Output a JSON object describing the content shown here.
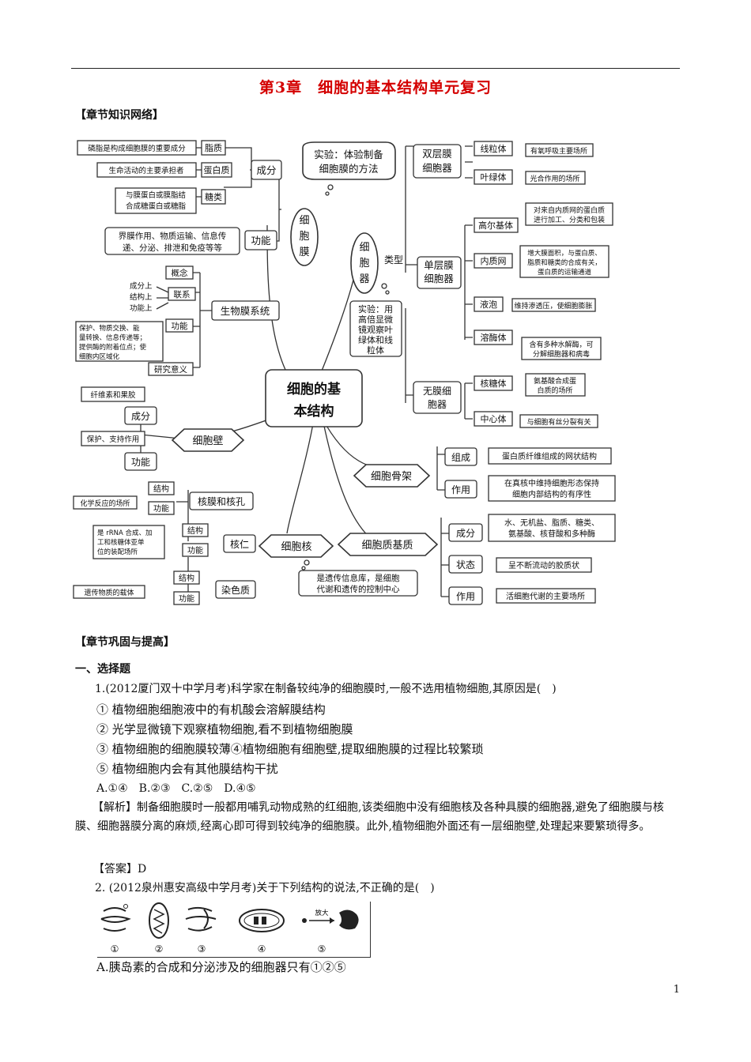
{
  "header": {
    "title": "第3章　细胞的基本结构单元复习",
    "section_network": "【章节知识网络】",
    "section_practice": "【章节巩固与提高】",
    "subsection_choice": "一、选择题"
  },
  "mindmap": {
    "center": [
      "细胞的基",
      "本结构"
    ],
    "membrane": {
      "label": [
        "细",
        "胞",
        "膜"
      ],
      "experiment": [
        "实验：体验制备",
        "细胞膜的方法"
      ],
      "composition": "成分",
      "lipid": "脂质",
      "lipid_note": "磷脂是构成细胞膜的重要成分",
      "protein": "蛋白质",
      "protein_note": "生命活动的主要承担者",
      "sugar": "糖类",
      "sugar_note": [
        "与膜蛋白或膜脂结",
        "合成糖蛋白或糖脂"
      ],
      "function": "功能",
      "function_note": [
        "界膜作用、物质运输、信息传",
        "递、分泌、排泄和免疫等等"
      ],
      "biomembrane": "生物膜系统",
      "concept": "概念",
      "link": "联系",
      "link_items": [
        "成分上",
        "结构上",
        "功能上"
      ],
      "bio_function": "功能",
      "bio_function_note": [
        "保护、物质交换、能",
        "量转换、信息传递等；",
        "提供酶的附着位点；使",
        "细胞内区域化"
      ],
      "significance": "研究意义"
    },
    "organelle": {
      "label": [
        "细",
        "胞",
        "器"
      ],
      "type": "类型",
      "experiment": [
        "实验：用",
        "高倍显微",
        "镜观察叶",
        "绿体和线",
        "粒体"
      ],
      "double": [
        "双层膜",
        "细胞器"
      ],
      "mito": "线粒体",
      "mito_note": "有氧呼吸主要场所",
      "chloro": "叶绿体",
      "chloro_note": "光合作用的场所",
      "single": [
        "单层膜",
        "细胞器"
      ],
      "golgi": "高尔基体",
      "golgi_note": [
        "对来自内质网的蛋白质",
        "进行加工、分类和包装"
      ],
      "er": "内质网",
      "er_note": [
        "增大膜面积，与蛋白质、",
        "脂质和糖类的合成有关，",
        "蛋白质的运输通道"
      ],
      "vacuole": "液泡",
      "vacuole_note": "维持渗透压，使细胞膨胀",
      "lysosome": "溶酶体",
      "lysosome_note": [
        "含有多种水解酶，可",
        "分解细胞器和病毒"
      ],
      "none": [
        "无膜细",
        "胞器"
      ],
      "ribosome": "核糖体",
      "ribosome_note": [
        "氨基酸合成蛋",
        "白质的场所"
      ],
      "centrosome": "中心体",
      "centrosome_note": "与细胞有丝分裂有关"
    },
    "wall": {
      "label": "细胞壁",
      "composition": "成分",
      "composition_note": "纤维素和果胶",
      "function": "功能",
      "function_note": "保护、支持作用"
    },
    "skeleton": {
      "label": "细胞骨架",
      "composition": "组成",
      "composition_note": "蛋白质纤维组成的网状结构",
      "function": "作用",
      "function_note": [
        "在真核中维持细胞形态保持",
        "细胞内部结构的有序性"
      ]
    },
    "nucleus": {
      "label": "细胞核",
      "note": [
        "是遗传信息库，是细胞",
        "代谢和遗传的控制中心"
      ],
      "envelope": "核膜和核孔",
      "env_structure": "结构",
      "env_function": "功能",
      "env_note": "化学反应的场所",
      "nucleolus": "核仁",
      "nuc_structure": "结构",
      "nuc_function": "功能",
      "nuc_note": [
        "是 rRNA 合成、加",
        "工和核糖体亚单",
        "位的装配场所"
      ],
      "chromatin": "染色质",
      "chr_structure": "结构",
      "chr_function": "功能",
      "chr_note": "遗传物质的载体"
    },
    "matrix": {
      "label": "细胞质基质",
      "composition": "成分",
      "composition_note": [
        "水、无机盐、脂质、糖类、",
        "氨基酸、核苷酸和多种酶"
      ],
      "state": "状态",
      "state_note": "呈不断流动的胶质状",
      "function": "作用",
      "function_note": "活细胞代谢的主要场所"
    }
  },
  "questions": {
    "q1": {
      "stem": "1.(2012厦门双十中学月考)科学家在制备较纯净的细胞膜时,一般不选用植物细胞,其原因是(　)",
      "opt1": "① 植物细胞细胞液中的有机酸会溶解膜结构",
      "opt2": "② 光学显微镜下观察植物细胞,看不到植物细胞膜",
      "opt3": "③ 植物细胞的细胞膜较薄④植物细胞有细胞壁,提取细胞膜的过程比较繁琐",
      "opt4": "⑤ 植物细胞内会有其他膜结构干扰",
      "choices": "A.①④　B.②③　C.②⑤　D.④⑤",
      "analysis": "【解析】制备细胞膜时一般都用哺乳动物成熟的红细胞,该类细胞中没有细胞核及各种具膜的细胞器,避免了细胞膜与核膜、细胞器膜分离的麻烦,经离心即可得到较纯净的细胞膜。此外,植物细胞外面还有一层细胞壁,处理起来要繁琐得多。",
      "answer": "【答案】D"
    },
    "q2": {
      "stem": "2. (2012泉州惠安高级中学月考)关于下列结构的说法,不正确的是(　)",
      "labels": [
        "①",
        "②",
        "③",
        "④",
        "⑤"
      ],
      "arrow_label": "放大",
      "optA": "A.胰岛素的合成和分泌涉及的细胞器只有①②⑤"
    }
  },
  "page_number": "1"
}
